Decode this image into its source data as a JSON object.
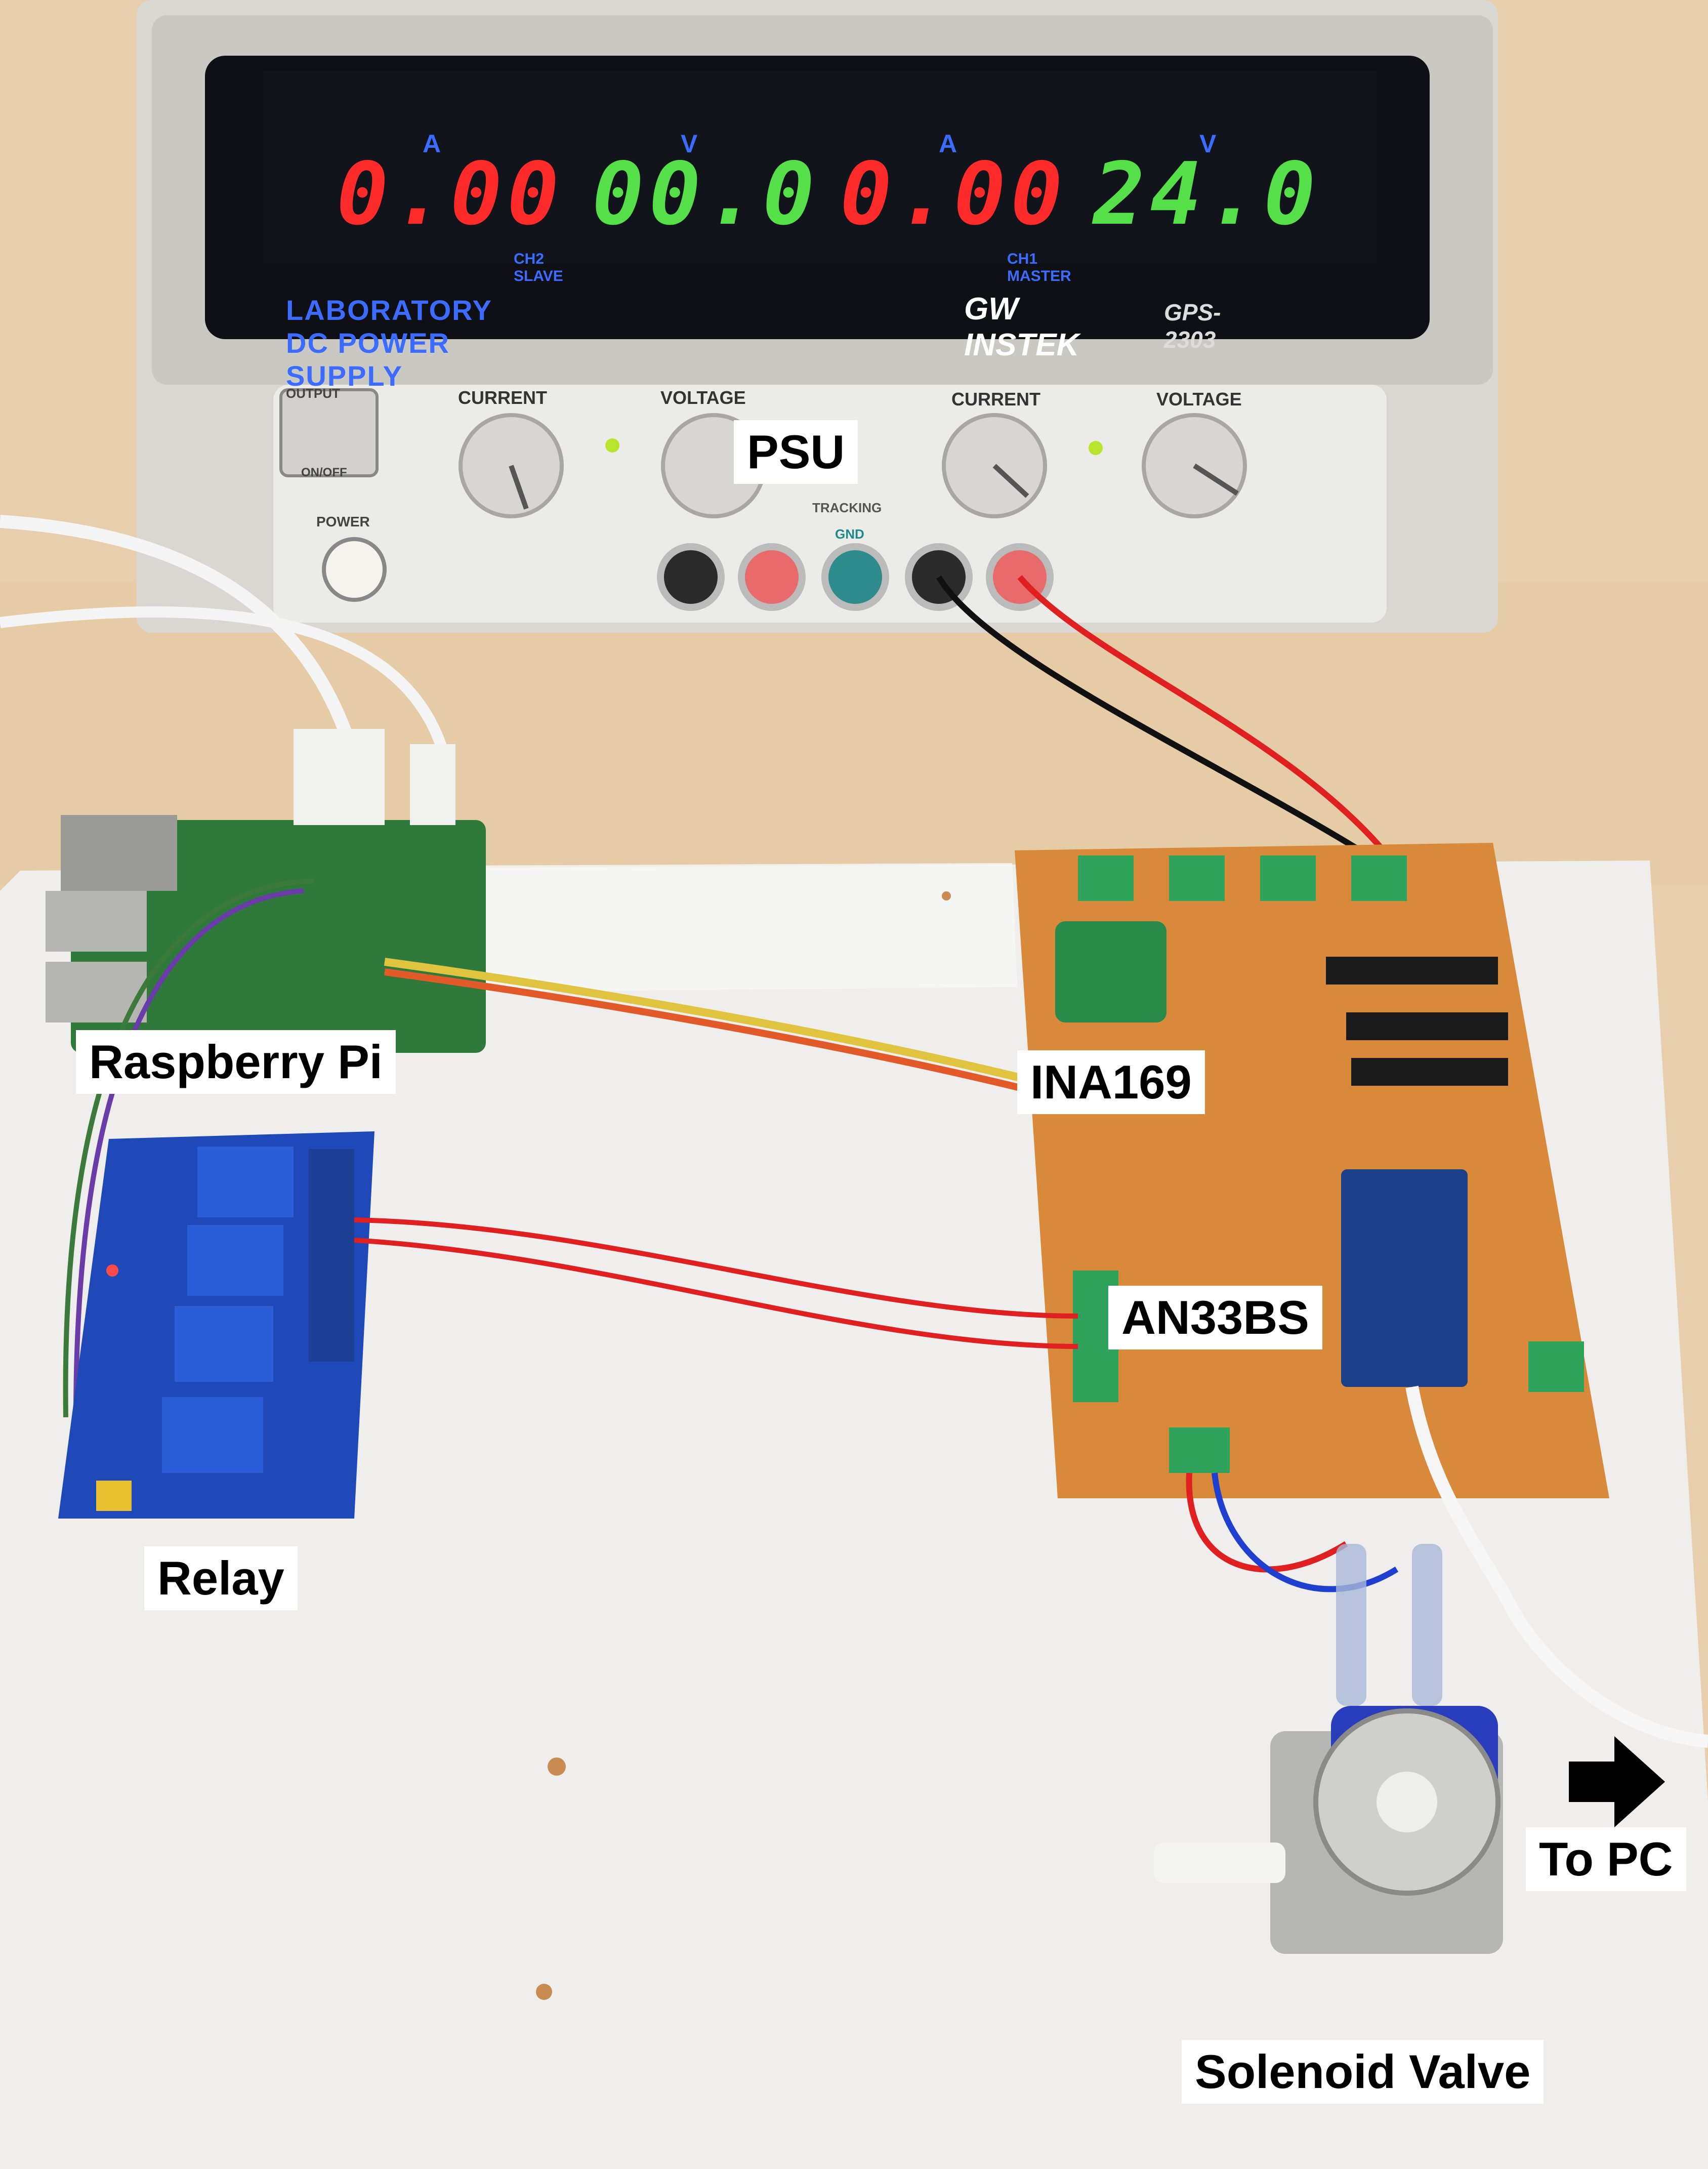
{
  "labels": {
    "psu": "PSU",
    "raspberry_pi": "Raspberry Pi",
    "ina169": "INA169",
    "an33bs": "AN33BS",
    "relay": "Relay",
    "solenoid_valve": "Solenoid Valve",
    "to_pc": "To PC"
  },
  "psu_panel": {
    "brand_line": "LABORATORY DC POWER SUPPLY",
    "brand": "GW INSTEK",
    "model": "GPS-2303",
    "ch2_current": "0.00",
    "ch2_voltage": "00.0",
    "ch1_current": "0.00",
    "ch1_voltage": "24.0",
    "unit_a": "A",
    "unit_v": "V",
    "ch2_slave": "CH2 SLAVE",
    "ch1_master": "CH1 MASTER",
    "output": "OUTPUT",
    "on_off": "ON/OFF",
    "power": "POWER",
    "current": "CURRENT",
    "voltage": "VOLTAGE",
    "gnd": "GND",
    "tracking": "TRACKING"
  },
  "colors": {
    "ammeter_red": "#ff2a2a",
    "voltmeter_green": "#55e04a",
    "pcb_orange": "#d9893a",
    "relay_blue": "#1f49b8",
    "rpi_green": "#2f7a3a"
  }
}
